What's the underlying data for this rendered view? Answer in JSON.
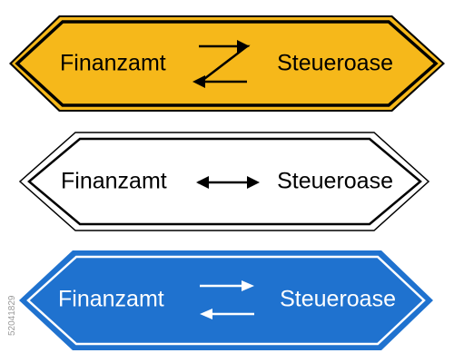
{
  "signs": [
    {
      "style": "yellow",
      "colors": {
        "fill": "#F6B81A",
        "border": "#000000",
        "text": "#000000"
      },
      "left_label": "Finanzamt",
      "right_label": "Steueroase",
      "arrow": "zigzag-double-arrow-icon"
    },
    {
      "style": "white",
      "colors": {
        "fill": "#FFFFFF",
        "border": "#000000",
        "text": "#000000"
      },
      "left_label": "Finanzamt",
      "right_label": "Steueroase",
      "arrow": "double-headed-arrow-icon"
    },
    {
      "style": "blue",
      "colors": {
        "fill": "#1F72CF",
        "border": "#FFFFFF",
        "text": "#FFFFFF"
      },
      "left_label": "Finanzamt",
      "right_label": "Steueroase",
      "arrow": "opposing-arrows-icon"
    }
  ],
  "stock_id": "52041829"
}
